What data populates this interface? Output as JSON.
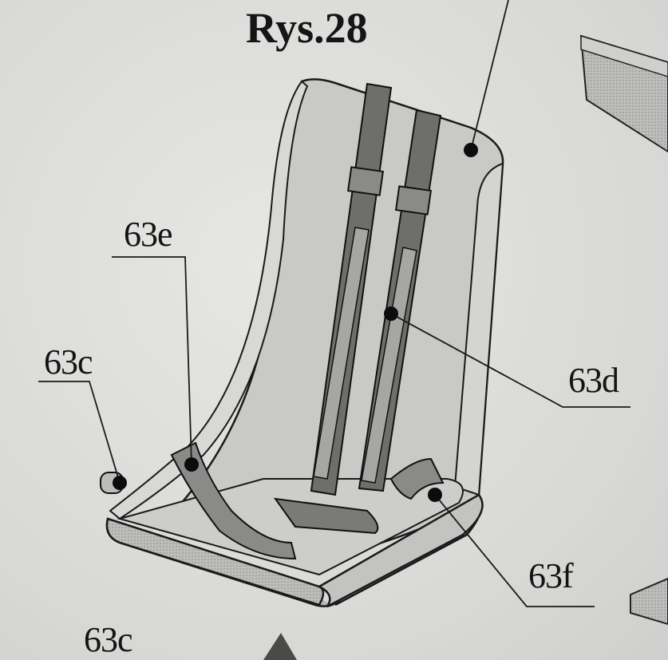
{
  "figure": {
    "title": "Rys.28",
    "labels": {
      "part_63e": "63e",
      "part_63c": "63c",
      "part_63d": "63d",
      "part_63f": "63f",
      "part_63c_bottom": "63c"
    },
    "colors": {
      "paper": "#dcdcda",
      "ink": "#141414",
      "strap": "#6e6e6c",
      "seat": "#c8c8c6"
    }
  }
}
